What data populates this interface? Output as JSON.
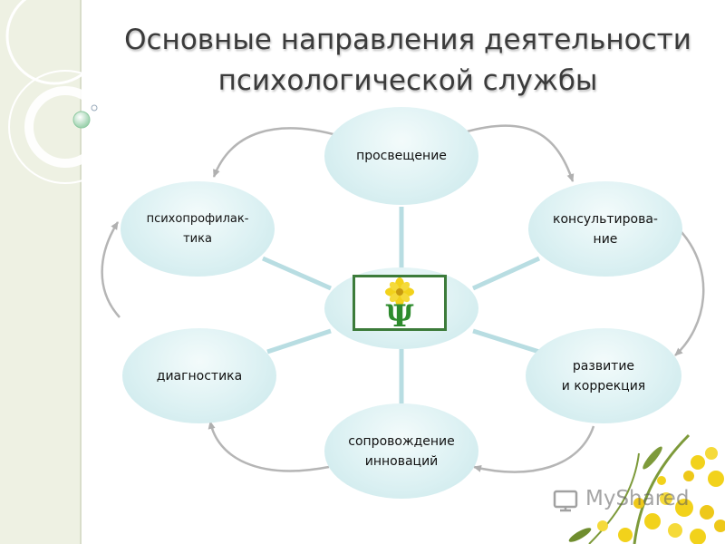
{
  "title": {
    "line1": "Основные направления деятельности",
    "line2": "психологической службы"
  },
  "nodes": {
    "prosveshchenie": "просвещение",
    "konsultirovanie": "консультирова-\nние",
    "razvitie": "развитие\nи коррекция",
    "soprovozhdenie": "сопровождение\nинноваций",
    "diagnostika": "диагностика",
    "psikhoprofilaktika": "психопрофилак-\nтика"
  },
  "center": {
    "logo_symbol": "Ψ"
  },
  "watermark": {
    "text": "MyShared"
  },
  "colors": {
    "node_fill": "#daf0f2",
    "connector": "#b8dde2",
    "arrow": "#b5b5b5",
    "logo_border": "#3c7b3a",
    "logo_symbol": "#2e8b2e",
    "flower": "#f2d21b"
  }
}
